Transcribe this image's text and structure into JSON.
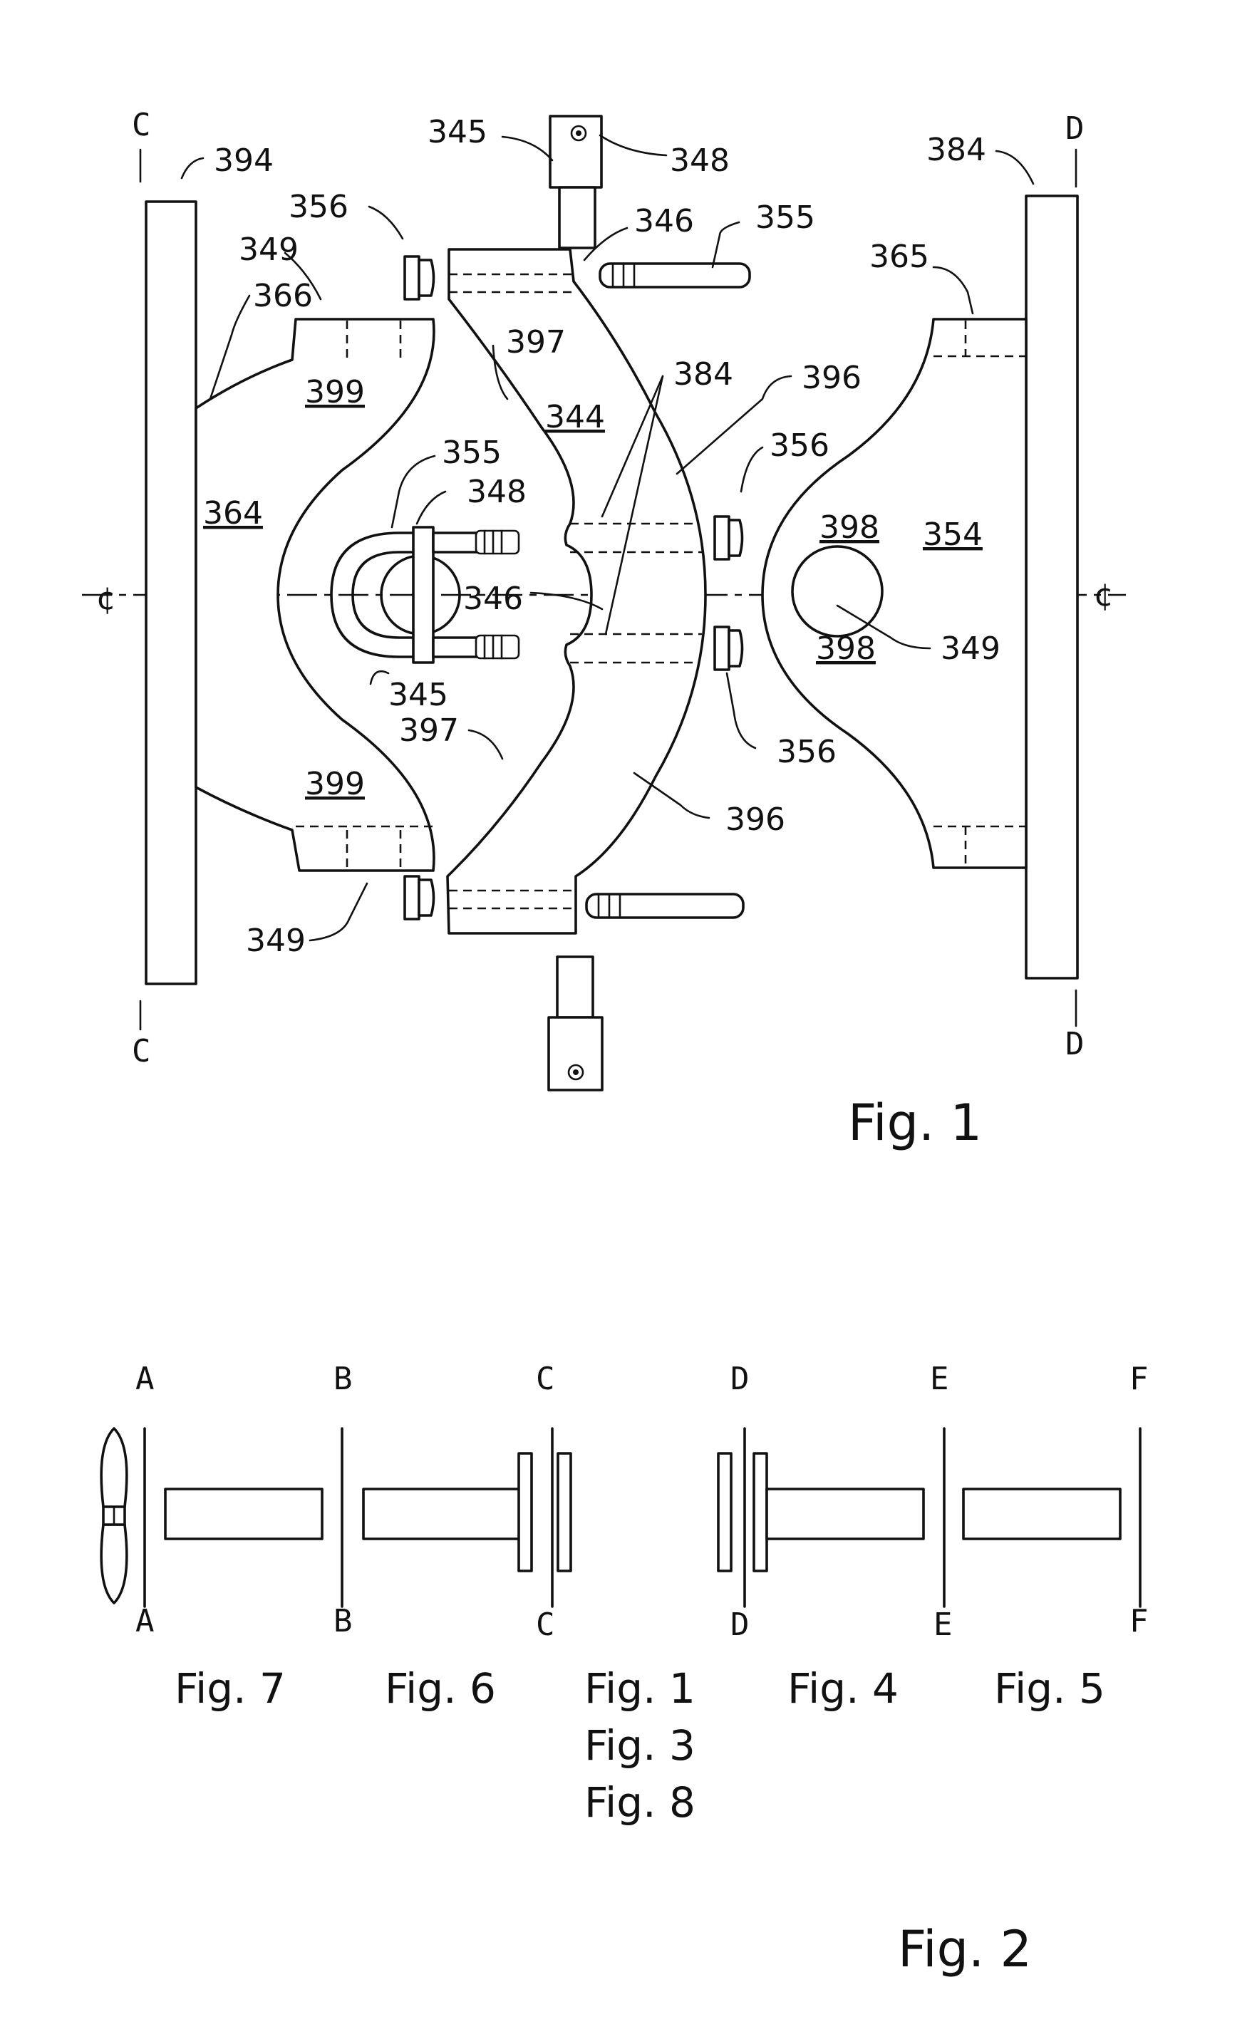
{
  "fig1": {
    "section_c": "C",
    "section_d": "D",
    "centerline_left": "¢",
    "centerline_right": "¢",
    "refs": {
      "r394": "394",
      "r345_top": "345",
      "r348_top": "348",
      "r384_right": "384",
      "r356_top": "356",
      "r349_top": "349",
      "r366": "366",
      "r346_top": "346",
      "r355_top": "355",
      "r365": "365",
      "r397_top": "397",
      "r384_mid": "384",
      "r396_top": "396",
      "r399_top": "399",
      "r344": "344",
      "r355_mid": "355",
      "r356_mid": "356",
      "r348_mid": "348",
      "r364": "364",
      "r398_top": "398",
      "r354": "354",
      "r346_mid": "346",
      "r398_bot": "398",
      "r349_right": "349",
      "r345_mid": "345",
      "r397_mid": "397",
      "r356_bot": "356",
      "r399_bot": "399",
      "r396_bot": "396",
      "r349_bot": "349"
    },
    "caption": "Fig. 1"
  },
  "fig2": {
    "sections": [
      "A",
      "B",
      "C",
      "D",
      "E",
      "F"
    ],
    "captions": {
      "fig7": "Fig. 7",
      "fig6": "Fig. 6",
      "fig1": "Fig. 1",
      "fig4": "Fig. 4",
      "fig5": "Fig. 5",
      "fig3": "Fig. 3",
      "fig8": "Fig. 8"
    },
    "caption": "Fig. 2"
  }
}
